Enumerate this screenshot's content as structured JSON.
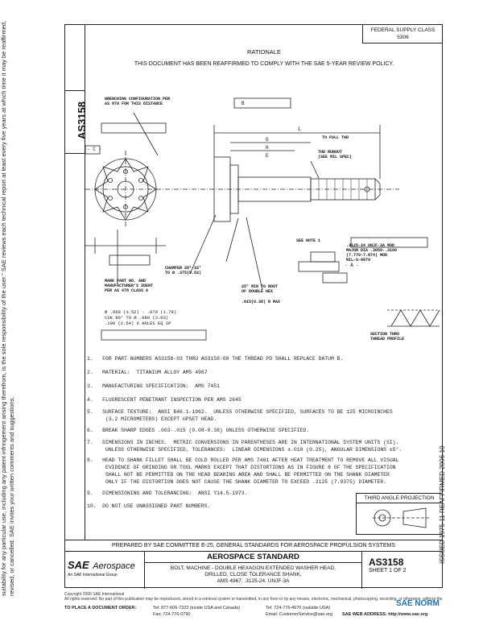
{
  "header": {
    "federal_supply_class": "FEDERAL SUPPLY CLASS",
    "fsc_number": "5306"
  },
  "doc_id": "AS3158",
  "rationale": {
    "title": "RATIONALE",
    "text": "THIS DOCUMENT HAS BEEN REAFFIRMED TO COMPLY WITH THE SAE 5-YEAR REVIEW POLICY."
  },
  "drawing": {
    "wrench_note": "WRENCHING CONFIGURATION PER\nAS 870 FOR THIS DISTANCE",
    "to_full_thd": "TO FULL THD",
    "thd_runout": "THD RUNOUT\n(SEE MIL SPEC)",
    "chamfer": "CHAMFER 28°-32°\nTO Ø .375(9.52)",
    "mark_part": "MARK PART NO. AND\nMANUFACTURER'S IDENT\nPER AS 478 CLASS A",
    "root_note": "25° MIN TO ROOT\nOF DOUBLE HEX",
    "rmax": ".015(0.38) R MAX",
    "thread": ".3125-24 UNJF-3A MOD\nMAJOR DIA .3059-.3100\n(7.770-7.874) MOD\nMIL-S-8879",
    "holes": "Ø .060 (1.52) - .070 (1.78)\nCSK 90° TO Ø .080 (2.03)\n.100 (2.54) 6 HOLES EQ SP",
    "section": "SECTION THRU\nTHREAD PROFILE",
    "datum_a": "- A -",
    "datum_c": "- C -",
    "see_note": "SEE NOTE 1",
    "dim_l": "L",
    "dim_g": "G",
    "dim_h": "H",
    "dim_e": "E",
    "dim_b": "B"
  },
  "notes": [
    "1.   FOR PART NUMBERS AS3158-03 THRU AS3158-08 THE THREAD PD SHALL REPLACE DATUM B.",
    "2.   MATERIAL:  TITANIUM ALLOY AMS 4967",
    "3.   MANUFACTURING SPECIFICATION:  AMS 7451",
    "4.   FLUORESCENT PENETRANT INSPECTION PER AMS 2645",
    "5.   SURFACE TEXTURE:  ANSI B46.1-1962.  UNLESS OTHERWISE SPECIFIED, SURFACES TO BE 125 MICROINCHES\n      (3.2 MICROMETERS) EXCEPT UPSET HEAD.",
    "6.   BREAK SHARP EDGES .003-.015 (0.08-0.38) UNLESS OTHERWISE SPECIFIED.",
    "7.   DIMENSIONS IN INCHES.  METRIC CONVERSIONS IN PARENTHESES ARE IN INTERNATIONAL SYSTEM UNITS (SI).\n      UNLESS OTHERWISE SPECIFIED, TOLERANCES:  LINEAR DIMENSIONS ±.010 (0.25), ANGULAR DIMENSIONS ±5°.",
    "8.   HEAD TO SHANK FILLET SHALL BE COLD ROLLED PER AMS 7461 AFTER HEAT TREATMENT TO REMOVE ALL VISUAL\n      EVIDENCE OF GRINDING OR TOOL MARKS EXCEPT THAT DISTORTIONS AS IN FIGURE 8 OF THE SPECIFICATION\n      SHALL NOT BE PERMITTED ON THE HEAD BEARING AREA AND SHALL BE PERMITTED ON THE SHANK DIAMETER\n      ONLY IF THE DISTORTION DOES NOT CAUSE THE SHANK DIAMETER TO EXCEED .3125 (7.9375) DIAMETER.",
    "9.   DIMENSIONING AND TOLERANCING:  ANSI Y14.5-1973.",
    "10.  DO NOT USE UNASSIGNED PART NUMBERS."
  ],
  "third_angle": "THIRD ANGLE PROJECTION",
  "issued": "ISSUED 1975-11     REAFFIRMED 2006-10",
  "prepared": "PREPARED BY SAE COMMITTEE E-25, GENERAL STANDARDS FOR AEROSPACE PROPULSION SYSTEMS",
  "logo": {
    "sae": "SAE",
    "aerospace": "Aerospace",
    "sub": "An SAE International Group"
  },
  "standard": {
    "title": "AEROSPACE STANDARD",
    "desc": "BOLT, MACHINE - DOUBLE HEXAGON EXTENDED WASHER HEAD,\nDRILLED, CLOSE TOLERANCE SHANK,\nAMS 4967, .3125-24, UNJF-3A",
    "number": "AS3158",
    "sheet": "SHEET 1 OF 2"
  },
  "left_legal": "SAE Technical Standards Board Rules provide that: \"This report is published by SAE to advance the state of technical and engineering sciences. The use of this report is entirely voluntary, and its applicability and suitability for any particular use, including any patent infringement arising therefrom, is the sole responsibility of the user.\" SAE reviews each technical report at least every five years at which time it may be reaffirmed, revised, or cancelled. SAE invites your written comments and suggestions.",
  "footer": {
    "copyright": "Copyright 2006 SAE International",
    "rights": "All rights reserved. No part of this publication may be reproduced, stored in a retrieval system or transmitted, in any form or by any means, electronic, mechanical, photocopying, recording, or otherwise, without the prior written permission of SAE.",
    "order_label": "TO PLACE A DOCUMENT ORDER:",
    "tel1": "Tel: 877-606-7323 (inside USA and Canada)",
    "fax": "Fax: 724-776-0790",
    "tel2": "Tel: 724-776-4970 (outside USA)",
    "email": "Email: CustomerService@sae.org",
    "web": "SAE WEB ADDRESS: http://www.sae.org",
    "watermark": "SAE NORM"
  }
}
